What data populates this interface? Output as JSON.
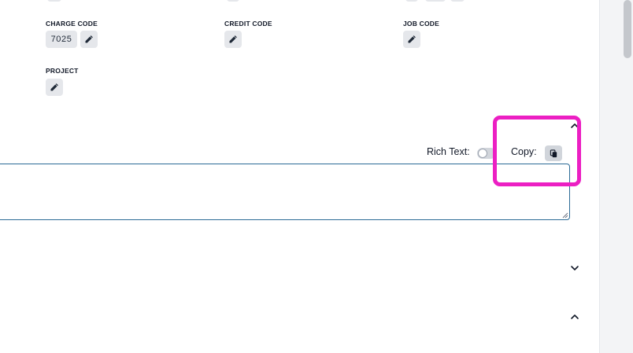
{
  "fields": {
    "charge_code": {
      "label": "CHARGE CODE",
      "value": "7025"
    },
    "credit_code": {
      "label": "CREDIT CODE"
    },
    "job_code": {
      "label": "JOB CODE"
    },
    "project": {
      "label": "PROJECT"
    }
  },
  "editor": {
    "rich_text_label": "Rich Text:",
    "rich_text_enabled": false,
    "copy_label": "Copy:",
    "text_value": ""
  },
  "icons": {
    "edit": "pencil-icon",
    "copy": "copy-icon",
    "collapse": "chevron-up-icon",
    "expand": "chevron-down-icon"
  },
  "colors": {
    "chip_bg": "#e5e7eb",
    "textarea_border": "#2b6a96",
    "highlight": "#ec1fc3"
  }
}
